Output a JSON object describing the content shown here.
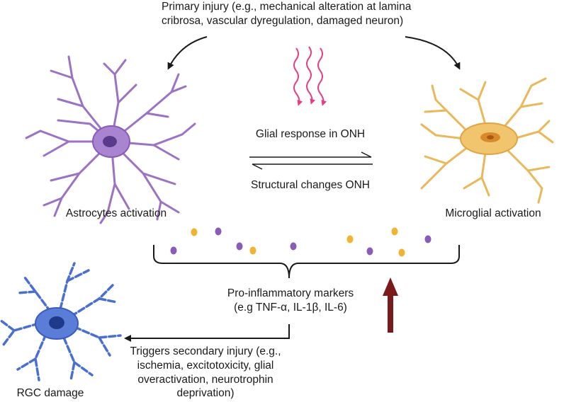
{
  "primary_injury": {
    "line1": "Primary injury (e.g., mechanical alteration at lamina",
    "line2": "cribrosa, vascular dyregulation, damaged neuron)"
  },
  "glial_response": "Glial response in ONH",
  "structural_changes": "Structural changes  ONH",
  "astrocytes": "Astrocytes activation",
  "microglia": "Microglial activation",
  "markers": {
    "line1": "Pro-inflammatory markers",
    "line2": "(e.g TNF-α, IL-1β, IL-6)"
  },
  "secondary": {
    "line1": "Triggers secondary injury (e.g.,",
    "line2": "ischemia, excitotoxicity, glial",
    "line3": "overactivation, neurotrophin",
    "line4": "deprivation)"
  },
  "rgc": "RGC damage",
  "colors": {
    "astrocyte": "#9b72c4",
    "astrocyte_nucleus": "#5a3a8c",
    "microglia": "#e8b85a",
    "microglia_nucleus": "#c97a1e",
    "rgc": "#4a6fd1",
    "rgc_nucleus": "#1f3a8a",
    "wavy": "#e63e86",
    "up_arrow": "#7a1a1a",
    "purple_dot": "#8a5cb8",
    "orange_dot": "#f2b233"
  }
}
